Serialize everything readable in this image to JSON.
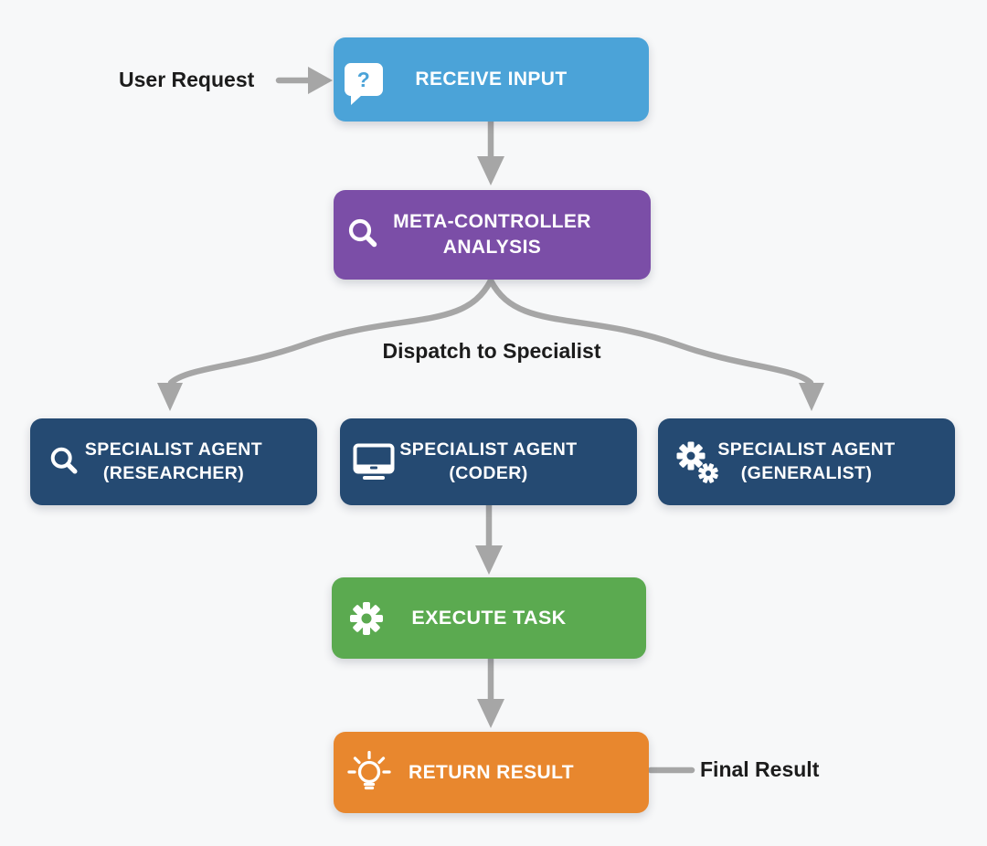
{
  "colors": {
    "background": "#f7f8f9",
    "arrow": "#a6a6a6",
    "annotation_text": "#1c1c1c",
    "node_text": "#ffffff",
    "receive_blue": "#4ba3d8",
    "meta_purple": "#7b4ea7",
    "specialist_navy": "#254a72",
    "execute_green": "#5baa50",
    "return_orange": "#e8872e"
  },
  "annotations": {
    "user_request": "User Request",
    "dispatch": "Dispatch to Specialist",
    "final_result": "Final Result"
  },
  "nodes": {
    "receive_input": {
      "lines": [
        "RECEIVE INPUT"
      ],
      "color": "#4ba3d8",
      "icon": "question-speech-bubble-icon"
    },
    "meta_controller": {
      "lines": [
        "META-CONTROLLER",
        "ANALYSIS"
      ],
      "color": "#7b4ea7",
      "icon": "magnifier-icon"
    },
    "researcher": {
      "lines": [
        "SPECIALIST AGENT",
        "(RESEARCHER)"
      ],
      "color": "#254a72",
      "icon": "magnifier-icon"
    },
    "coder": {
      "lines": [
        "SPECIALIST AGENT",
        "(CODER)"
      ],
      "color": "#254a72",
      "icon": "monitor-icon"
    },
    "generalist": {
      "lines": [
        "SPECIALIST AGENT",
        "(GENERALIST)"
      ],
      "color": "#254a72",
      "icon": "gears-icon"
    },
    "execute_task": {
      "lines": [
        "EXECUTE TASK"
      ],
      "color": "#5baa50",
      "icon": "gear-icon"
    },
    "return_result": {
      "lines": [
        "RETURN RESULT"
      ],
      "color": "#e8872e",
      "icon": "lightbulb-icon"
    }
  },
  "icon_glyphs": {
    "question_mark": "?"
  }
}
